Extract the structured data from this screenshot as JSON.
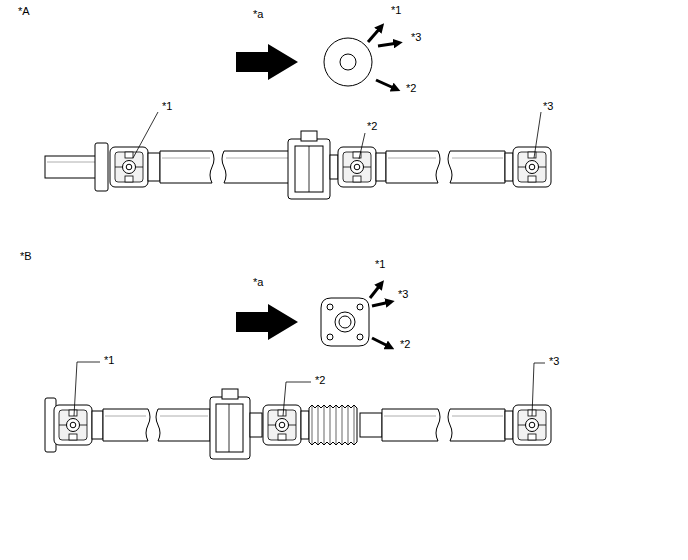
{
  "diagram": {
    "labels": [
      "*A",
      "*a",
      "*1",
      "*3",
      "*2",
      "*1",
      "*2",
      "*3",
      "*B",
      "*a",
      "*1",
      "*3",
      "*2",
      "*1",
      "*2",
      "*3"
    ]
  }
}
